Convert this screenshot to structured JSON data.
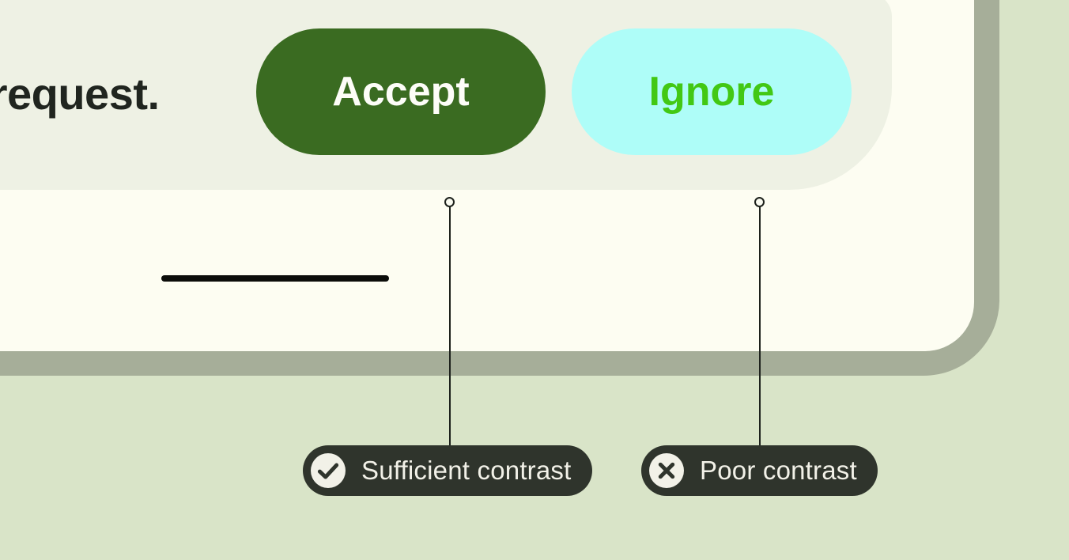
{
  "device_preview": {
    "dialog_text_fragment": "a request.",
    "buttons": [
      {
        "label": "Accept",
        "background": "#3a6b21",
        "text_color": "#fdfdf8",
        "contrast": "sufficient"
      },
      {
        "label": "Ignore",
        "background": "#aefdf8",
        "text_color": "#42c814",
        "contrast": "poor"
      }
    ]
  },
  "annotations": [
    {
      "icon": "check-icon",
      "label": "Sufficient contrast"
    },
    {
      "icon": "x-icon",
      "label": "Poor contrast"
    }
  ],
  "colors": {
    "page_background": "#d9e4c8",
    "device_frame": "#a6ae99",
    "screen_background": "#fdfdf2",
    "dialog_surface": "#eef1e4",
    "annotation_background": "#2f342c",
    "annotation_foreground": "#f2f1e8",
    "home_indicator": "#0c0d0a",
    "connector": "#1d211c",
    "headline_text": "#20251f"
  }
}
